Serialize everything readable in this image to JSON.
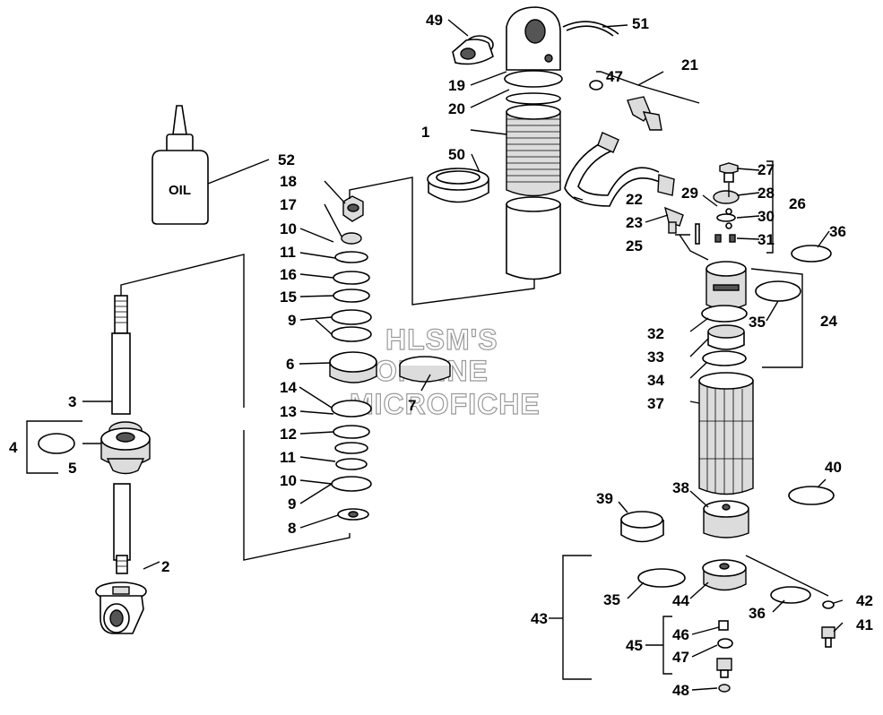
{
  "oil_label": "OIL",
  "watermark": [
    "HLSM'S",
    "ONLINE",
    "MICROFICHE"
  ],
  "callouts": {
    "c1": "1",
    "c2": "2",
    "c3": "3",
    "c4": "4",
    "c5": "5",
    "c6": "6",
    "c7": "7",
    "c8": "8",
    "c9a": "9",
    "c9b": "9",
    "c10a": "10",
    "c10b": "10",
    "c11a": "11",
    "c11b": "11",
    "c12": "12",
    "c13": "13",
    "c14": "14",
    "c15": "15",
    "c16": "16",
    "c17": "17",
    "c18": "18",
    "c19": "19",
    "c20": "20",
    "c21": "21",
    "c22": "22",
    "c23": "23",
    "c24": "24",
    "c25": "25",
    "c26": "26",
    "c27": "27",
    "c28": "28",
    "c29": "29",
    "c30": "30",
    "c31": "31",
    "c32": "32",
    "c33": "33",
    "c34": "34",
    "c35a": "35",
    "c35b": "35",
    "c36a": "36",
    "c36b": "36",
    "c37": "37",
    "c38": "38",
    "c39": "39",
    "c40": "40",
    "c41": "41",
    "c42": "42",
    "c43": "43",
    "c44": "44",
    "c45": "45",
    "c46": "46",
    "c47a": "47",
    "c47b": "47",
    "c48": "48",
    "c49": "49",
    "c50": "50",
    "c51": "51",
    "c52": "52"
  }
}
